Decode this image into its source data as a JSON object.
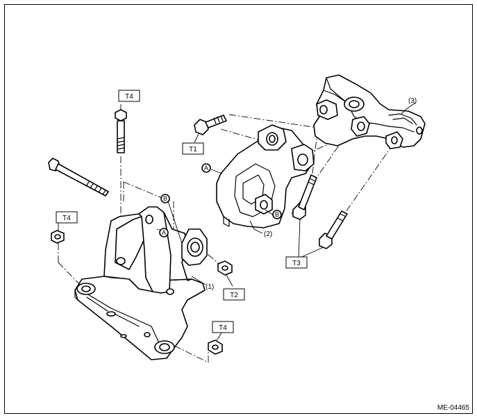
{
  "diagram": {
    "figure_code": "ME-04465",
    "parts": {
      "p1": "(1)",
      "p2": "(2)",
      "p3": "(3)"
    },
    "torque_labels": {
      "t1": "T1",
      "t2": "T2",
      "t3": "T3",
      "t4_bolt": "T4",
      "t4_nut_left": "T4",
      "t4_nut_right": "T4"
    },
    "markers": {
      "a_left": "A",
      "b_left": "B",
      "a_mid": "A",
      "b_mid": "B"
    }
  }
}
